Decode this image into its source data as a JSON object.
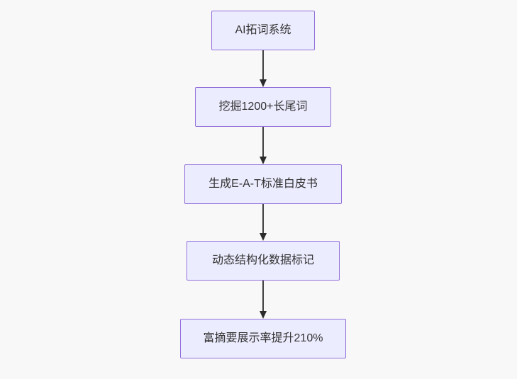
{
  "diagram": {
    "type": "flowchart",
    "direction": "top-down",
    "background_color": "#f8f8f8",
    "node_fill_color": "#ECECFF",
    "node_border_color": "#9370DB",
    "node_text_color": "#333333",
    "arrow_color": "#404040"
  },
  "flowchart": {
    "nodes": [
      {
        "id": "n1",
        "label": "AI拓词系统"
      },
      {
        "id": "n2",
        "label": "挖掘1200+长尾词"
      },
      {
        "id": "n3",
        "label": "生成E-A-T标准白皮书"
      },
      {
        "id": "n4",
        "label": "动态结构化数据标记"
      },
      {
        "id": "n5",
        "label": "富摘要展示率提升210%"
      }
    ],
    "edges": [
      {
        "from": "n1",
        "to": "n2"
      },
      {
        "from": "n2",
        "to": "n3"
      },
      {
        "from": "n3",
        "to": "n4"
      },
      {
        "from": "n4",
        "to": "n5"
      }
    ]
  }
}
